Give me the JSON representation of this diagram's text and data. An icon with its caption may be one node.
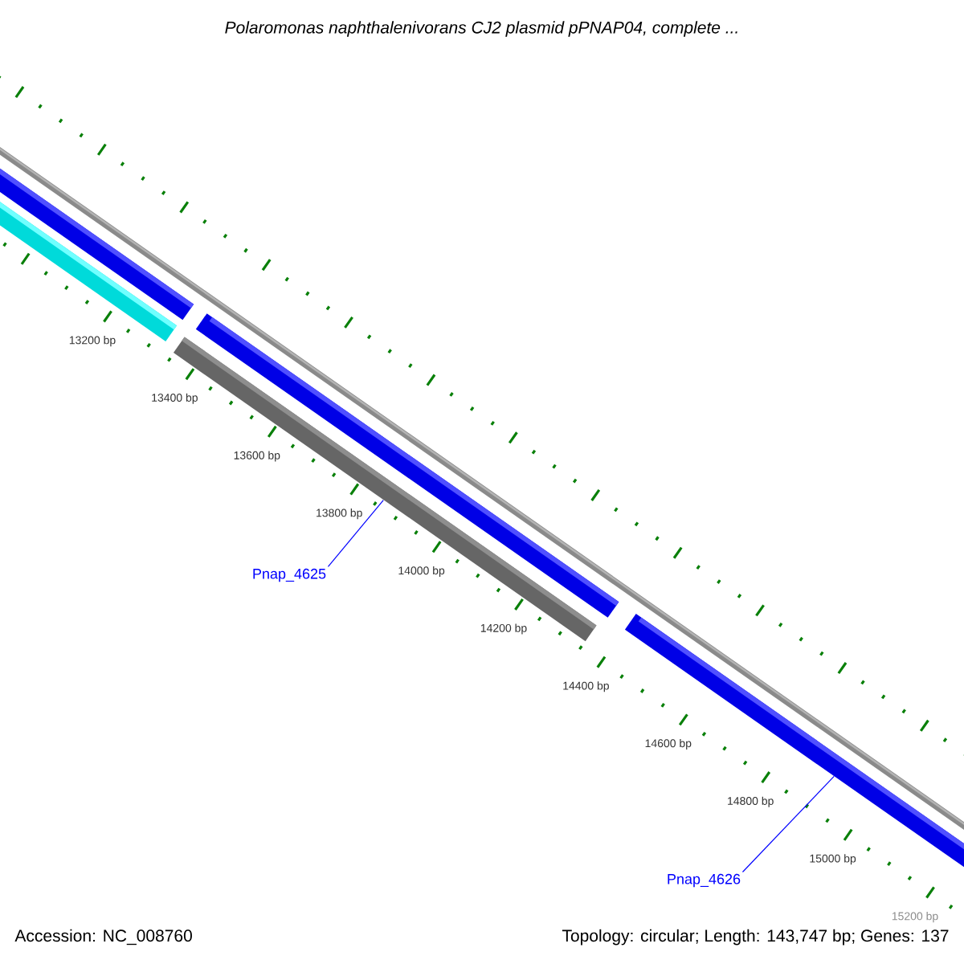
{
  "diagram": {
    "title": "Polaromonas naphthalenivorans CJ2 plasmid pPNAP04, complete ...",
    "nodes": [
      {
        "text": [],
        "shape": "bar"
      },
      {
        "text": [],
        "shape": "bar"
      },
      {
        "text": [],
        "shape": "bar"
      },
      {
        "text": [],
        "shape": "bar"
      },
      {
        "text": [],
        "shape": "bar"
      },
      {
        "text": [
          "Pnap_4625"
        ]
      },
      {
        "text": [
          "Pnap_4626"
        ]
      }
    ],
    "edges": [
      {
        "from": 5,
        "to": 3,
        "arrow": "none"
      },
      {
        "from": 6,
        "to": 4,
        "arrow": "none"
      }
    ],
    "labels": [
      "13200 bp",
      "13400 bp",
      "13600 bp",
      "13800 bp",
      "14000 bp",
      "14200 bp",
      "14400 bp",
      "14600 bp",
      "14800 bp",
      "15000 bp",
      "15200 bp",
      "Accession: NC_008760",
      "Topology: circular; Length: 143,747 bp; Genes: 137"
    ]
  }
}
